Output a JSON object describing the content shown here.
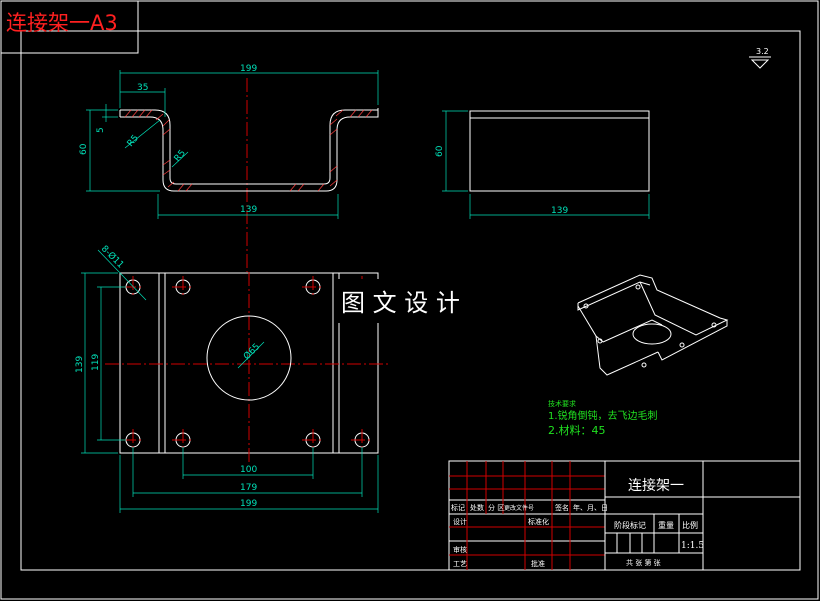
{
  "sheet": {
    "drawing_label": "连接架一A3",
    "watermark": "图 文 设 计",
    "surface_finish": "3.2"
  },
  "front_view": {
    "dims": {
      "overall_width": "199",
      "flange": "35",
      "height": "60",
      "thickness": "5",
      "radius_outer": "R5",
      "radius_inner": "R5",
      "bottom_width": "139"
    }
  },
  "side_view": {
    "dims": {
      "height": "60",
      "width": "139"
    }
  },
  "top_view": {
    "dims": {
      "hole_callout": "8-Ø11",
      "center_hole": "Ø65",
      "height_outer": "139",
      "height_inner": "119",
      "spacing_100": "100",
      "spacing_179": "179",
      "width_199": "199"
    }
  },
  "notes": {
    "title": "技术要求",
    "line1": "1.锐角倒钝，去飞边毛刺",
    "line2": "2.材料：45"
  },
  "title_block": {
    "part_name": "连接架一",
    "labels": {
      "mark": "标记",
      "count": "处数",
      "zone": "分 区",
      "change_doc": "更改文件号",
      "sign": "签名",
      "date": "年、月、日",
      "design": "设计",
      "standard": "标准化",
      "stage": "阶段标记",
      "weight": "重量",
      "scale": "比例",
      "review": "审核",
      "process": "工艺",
      "approve": "批准",
      "sheets": "共  张  第  张"
    },
    "scale_value": "1:1.5"
  }
}
